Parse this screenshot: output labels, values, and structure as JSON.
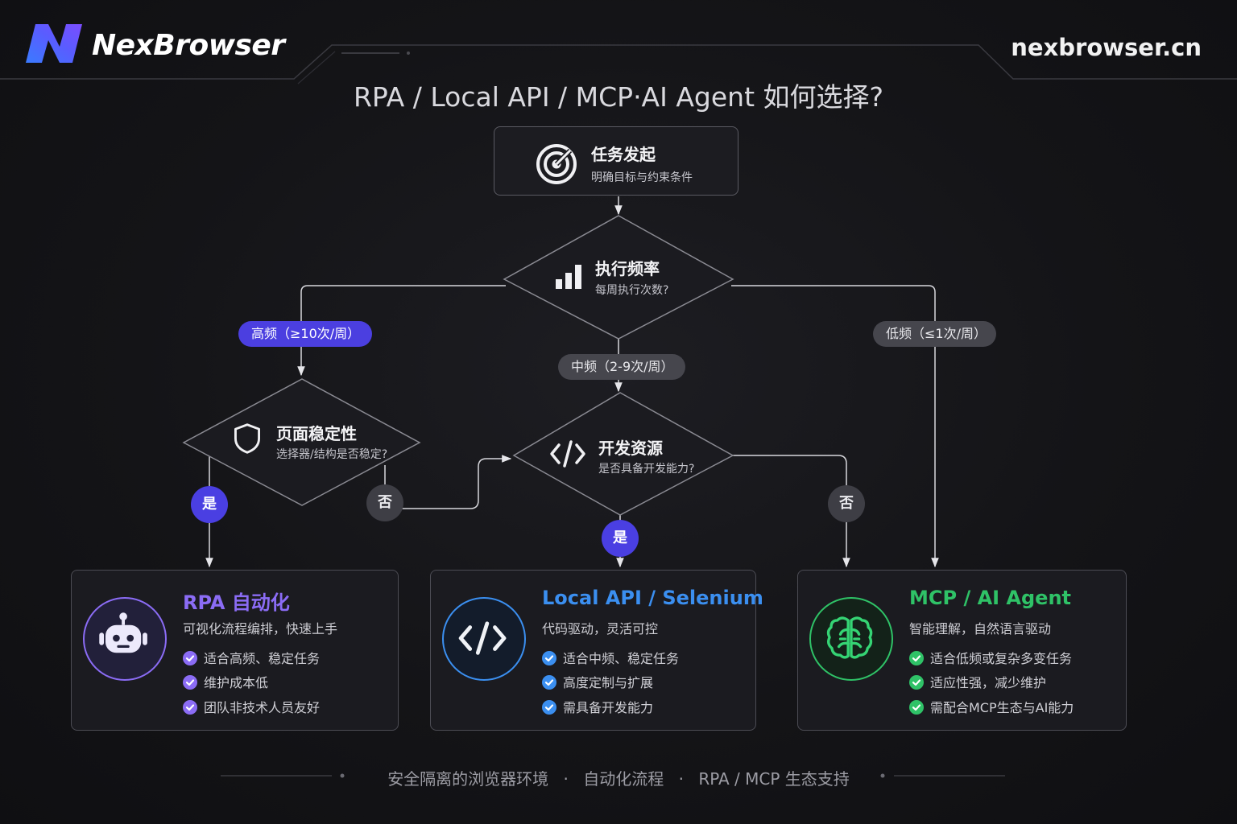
{
  "header": {
    "brand": "NexBrowser",
    "site": "nexbrowser.cn",
    "title": "RPA / Local API / MCP·AI Agent 如何选择?"
  },
  "start": {
    "title": "任务发起",
    "subtitle": "明确目标与约束条件",
    "icon": "target-icon"
  },
  "decisions": {
    "frequency": {
      "title": "执行频率",
      "subtitle": "每周执行次数?",
      "icon": "bar-chart-icon"
    },
    "stability": {
      "title": "页面稳定性",
      "subtitle": "选择器/结构是否稳定?",
      "icon": "shield-icon"
    },
    "dev": {
      "title": "开发资源",
      "subtitle": "是否具备开发能力?",
      "icon": "code-icon"
    }
  },
  "branches": {
    "high": "高频（≥10次/周）",
    "mid": "中频（2-9次/周）",
    "low": "低频（≤1次/周）",
    "yes": "是",
    "no": "否"
  },
  "results": [
    {
      "title": "RPA 自动化",
      "subtitle": "可视化流程编排，快速上手",
      "features": [
        "适合高频、稳定任务",
        "维护成本低",
        "团队非技术人员友好"
      ],
      "color": "#8b6cf5",
      "icon": "robot-icon"
    },
    {
      "title": "Local API / Selenium",
      "subtitle": "代码驱动，灵活可控",
      "features": [
        "适合中频、稳定任务",
        "高度定制与扩展",
        "需具备开发能力"
      ],
      "color": "#3b8ff0",
      "icon": "code-icon"
    },
    {
      "title": "MCP / AI Agent",
      "subtitle": "智能理解，自然语言驱动",
      "features": [
        "适合低频或复杂多变任务",
        "适应性强，减少维护",
        "需配合MCP生态与AI能力"
      ],
      "color": "#2fc267",
      "icon": "brain-icon"
    }
  ],
  "footer": {
    "items": [
      "安全隔离的浏览器环境",
      "自动化流程",
      "RPA / MCP 生态支持"
    ],
    "separator": "·"
  }
}
